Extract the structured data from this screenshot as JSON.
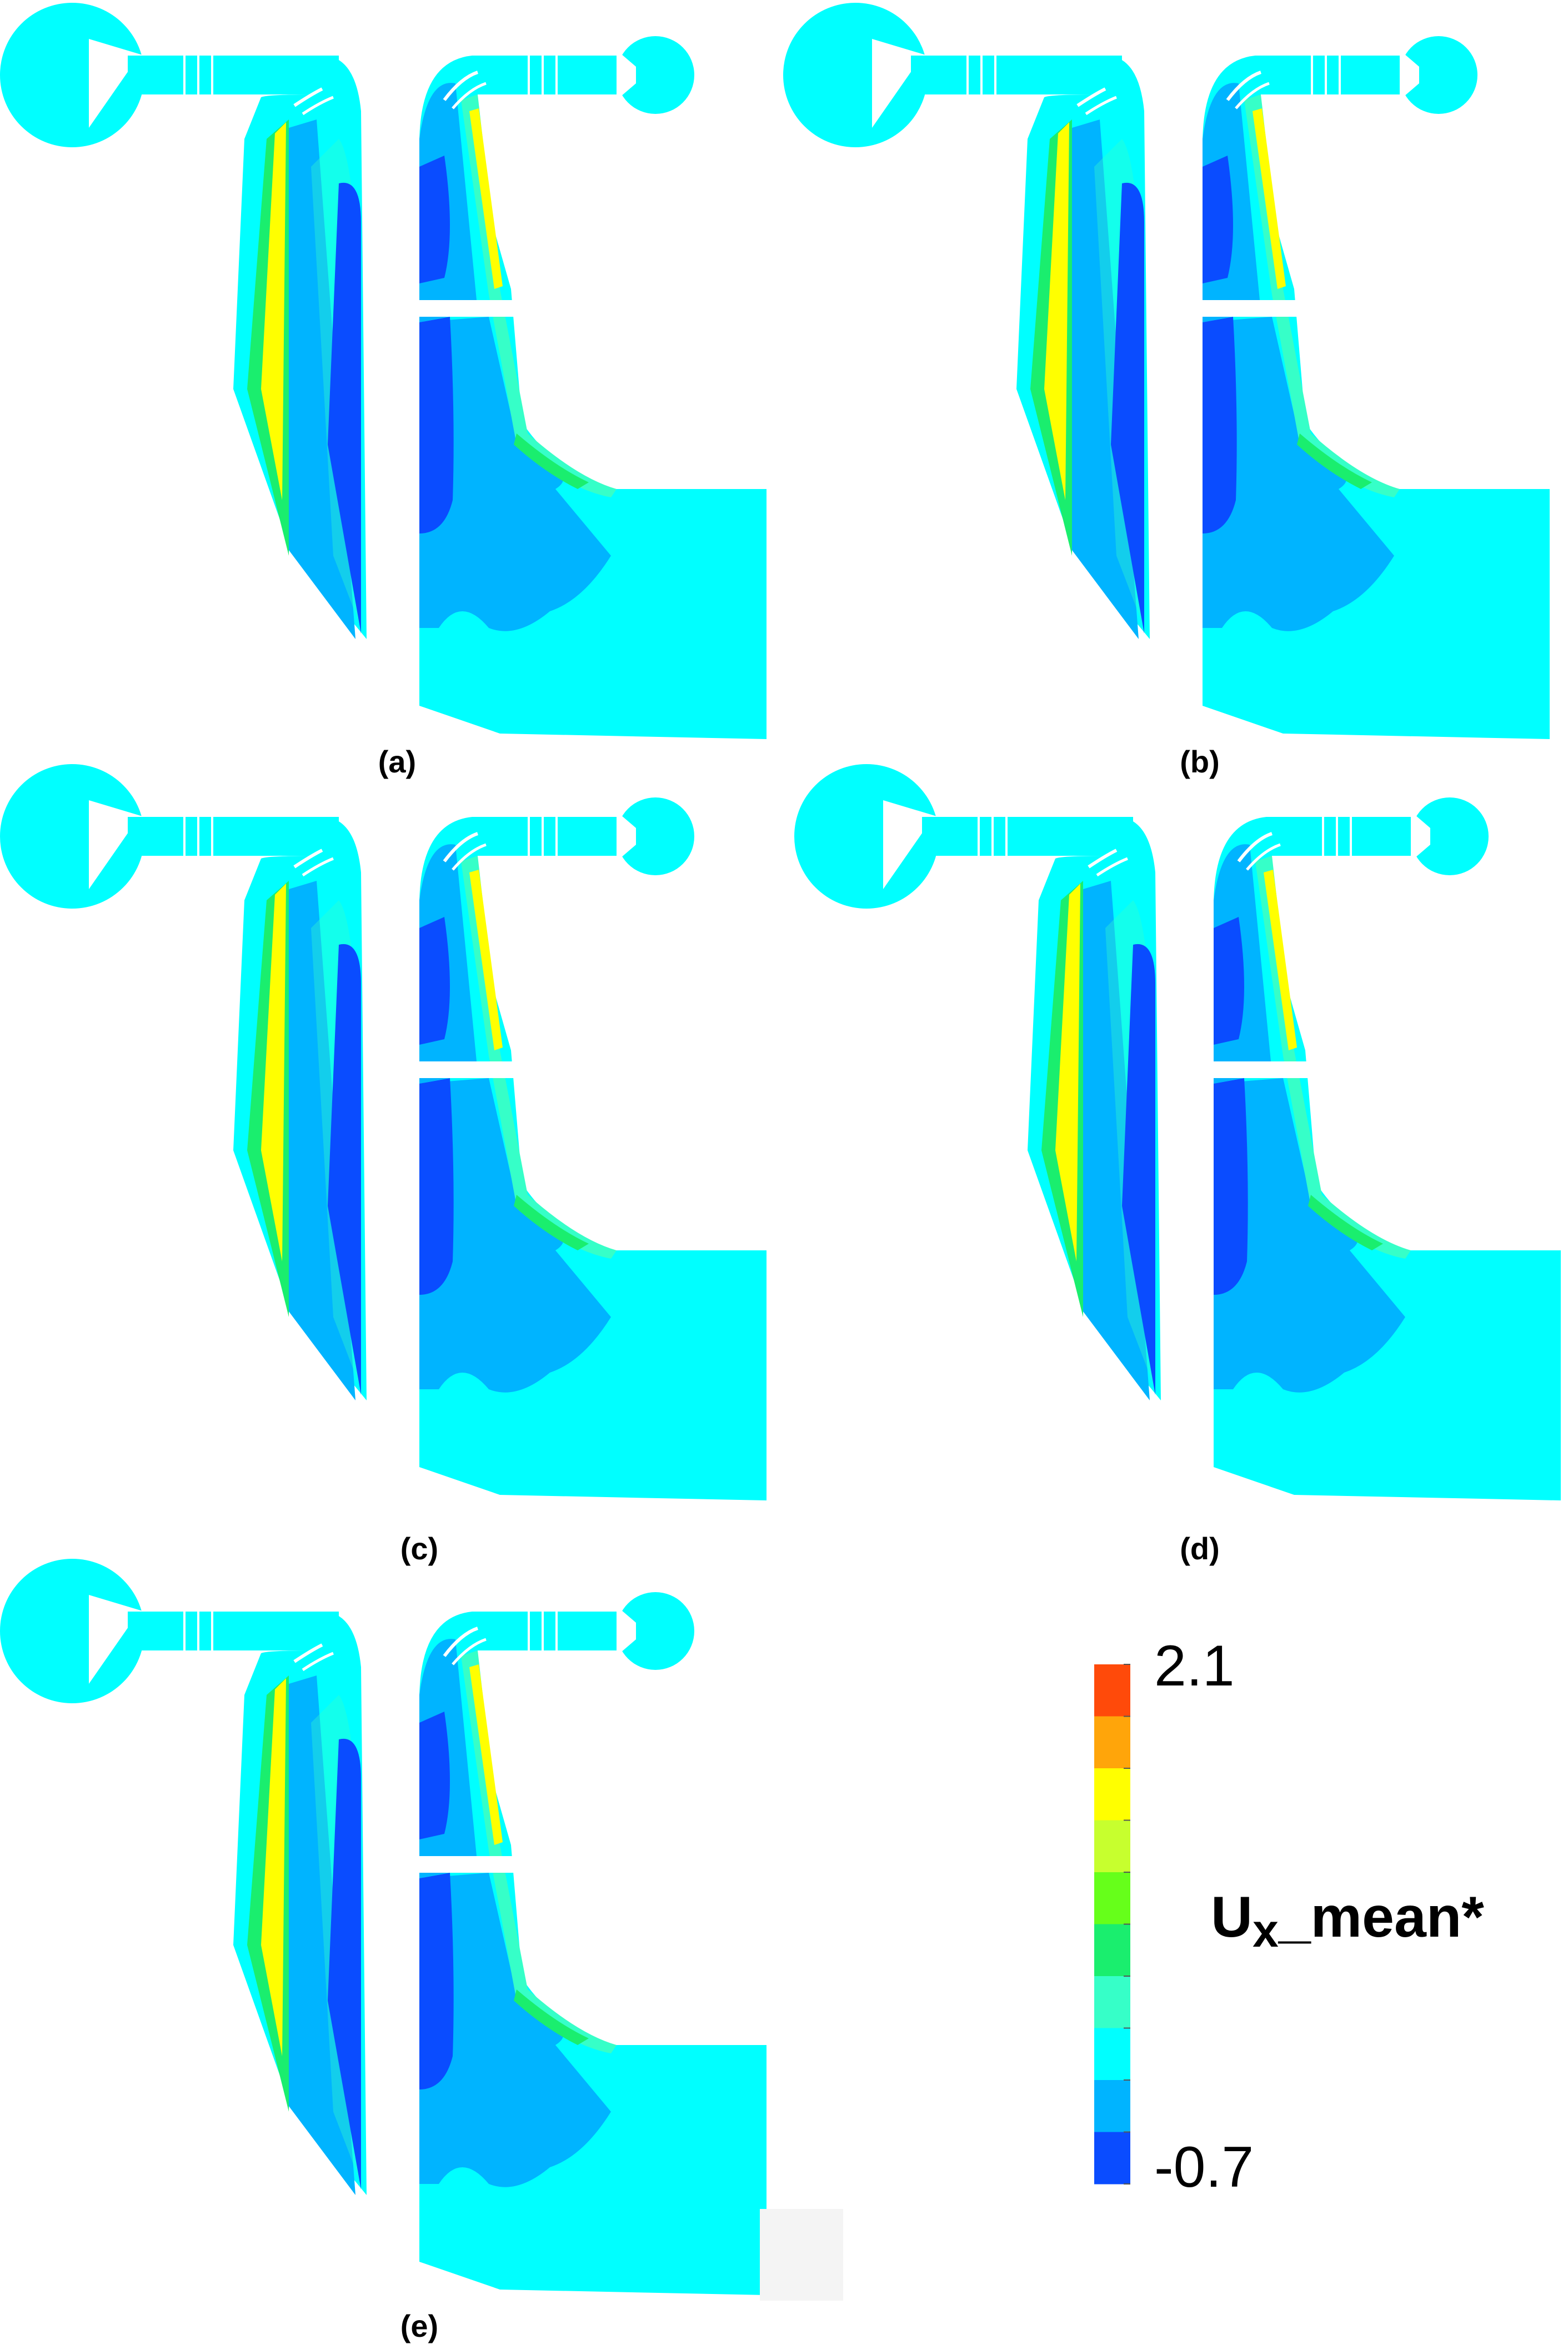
{
  "panels": [
    {
      "label": "(a)"
    },
    {
      "label": "(b)"
    },
    {
      "label": "(c)"
    },
    {
      "label": "(d)"
    },
    {
      "label": "(e)"
    }
  ],
  "colorbar": {
    "title_main": "U",
    "title_sub": "x",
    "title_rest": "_mean*",
    "max_label": "2.1",
    "min_label": "-0.7",
    "levels": [
      {
        "color": "#ff4a0a"
      },
      {
        "color": "#ffa50a"
      },
      {
        "color": "#ffff00"
      },
      {
        "color": "#c7ff2e"
      },
      {
        "color": "#66ff1a"
      },
      {
        "color": "#1aee6e"
      },
      {
        "color": "#36ffc8"
      },
      {
        "color": "#00ffff"
      },
      {
        "color": "#00b4ff"
      },
      {
        "color": "#0a4cff"
      }
    ]
  },
  "colors": {
    "background": "#00ffff",
    "mid": "#00b4ff",
    "low": "#0a4cff",
    "teal": "#36ffc8",
    "green": "#1aee6e",
    "yellow": "#ffff00"
  }
}
